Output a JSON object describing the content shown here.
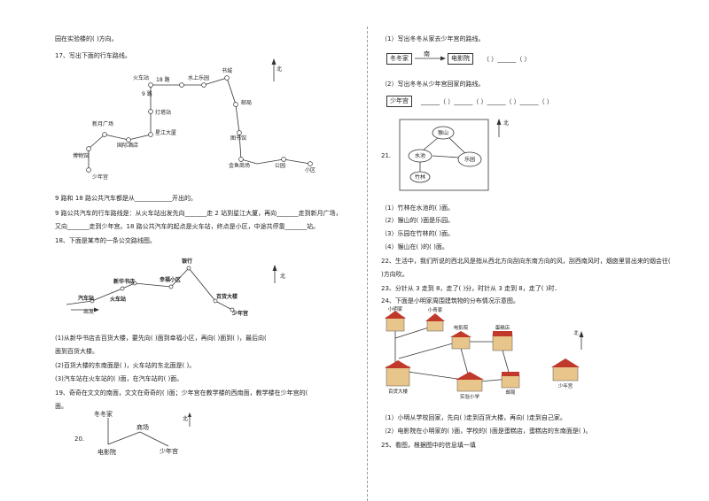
{
  "left": {
    "l1": "园在实验楼的(        )方向。",
    "q17": "17、写出下面的行车路线。",
    "map17": {
      "north": "北",
      "stations": [
        "火车站",
        "18 路",
        "水上乐园",
        "书城",
        "9 路",
        "灯塔站",
        "邮局",
        "新月广场",
        "星江大厦",
        "国际酒店",
        "图书馆",
        "博物馆",
        "金鱼商场",
        "公园",
        "少年宫",
        "小区"
      ]
    },
    "l2": "9 路和 18 路公共汽车都是从____________开出的。",
    "l3": "9 路公共汽车的行车路线是：从火车站出发先向_______走 2 站到星江大厦，再向_______走到新月广场，",
    "l4": "又向_______走到少年宫。18 路公共汽车的起点是火车站，终点是小区，中途共停靠_______站。",
    "q18": "18、下面是某市的一条公交路线图。",
    "map18": {
      "north": "北",
      "stops": [
        "银行",
        "幸福小区",
        "新华书店",
        "火车站",
        "百货大楼",
        "汽车站",
        "少年宫",
        "出发"
      ]
    },
    "l5": "(1)从新华书店去百货大楼，要先向(        )面到幸福小区，再向(        )面到(        )，最后向(",
    "l6": "面到百货大楼。",
    "l7": "(2)百货大楼的东南面是(        )，火车站的东北面是(        )。",
    "l8": "(3)汽车站在火车站的(        )面，在汽车站的(        )面。",
    "q19": "19、奇奇在文文的南面，文文在奇奇的(            )面；少年宫在教学楼的西南面，教学楼在少年宫的(",
    "l9": "面。",
    "q20num": "20.",
    "map20": {
      "north": "北",
      "labels": [
        "冬冬家",
        "商场",
        "电影院",
        "少年宫"
      ]
    }
  },
  "right": {
    "r1": "（1）写出冬冬从家去少年宫的路线。",
    "route1": {
      "start": "冬冬家",
      "dir": "南",
      "mid": "电影院",
      "tail": "（     ）______（     ）"
    },
    "r2": "（2）写出冬冬从少年宫回家的路线。",
    "route2": {
      "start": "少年宫",
      "tail": "______（     ）______（     ）______（     ）______（     ）"
    },
    "q21num": "21.",
    "map21": {
      "north": "北",
      "nodes": [
        "猴山",
        "水池",
        "乐园",
        "竹林"
      ]
    },
    "r3": "（1）竹林在水池的(        )面。",
    "r4": "（2）猴山的(        )面是乐园。",
    "r5": "（3）乐园在竹林的(        )面。",
    "r6": "（4）猴山在(        )的(        )面。",
    "q22a": "22、生活中，我们所说的西北风是指从西北方向刮向东南方向的风，刮西南风时，烟囱里冒出来的烟会往(",
    "q22b": ")方向吹。",
    "q23": "23、分针从 3 走到 8，走了(        )分，时针从 3 走到 8，走了(        )时．",
    "q24": "24、下面是小明家周围建筑物的分布情况示意图。",
    "map24": {
      "north": "北",
      "labels": [
        "小明家",
        "小青家",
        "电影院",
        "蛋糕店",
        "百货大楼",
        "实验小学",
        "邮局",
        "少年宫"
      ]
    },
    "r7": "（1）小明从学校回家，先向(        )走到百货大楼，再向(        )走到自己家。",
    "r8": "（2）电影院在小明家的(        )面，学校的(        )面是蛋糕店，蛋糕店的东南面是(        )。",
    "q25": "25、看图，根据图中的信息填一填"
  },
  "colors": {
    "ink": "#222222",
    "roof": "#c0392b",
    "bldg": "#e8c58a",
    "green": "#7fb069"
  }
}
